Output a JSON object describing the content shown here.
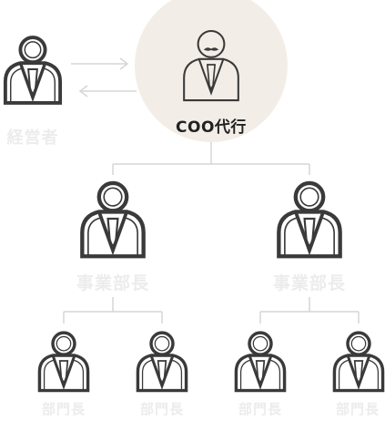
{
  "nodes": {
    "executive": {
      "label": "経営者"
    },
    "coo": {
      "label": "COO代行"
    },
    "division_heads": [
      {
        "label": "事業部長"
      },
      {
        "label": "事業部長"
      }
    ],
    "department_heads": [
      {
        "label": "部門長"
      },
      {
        "label": "部門長"
      },
      {
        "label": "部門長"
      },
      {
        "label": "部門長"
      }
    ]
  },
  "colors": {
    "icon_stroke": "#3a3a3a",
    "coo_highlight": "#f3ede7",
    "muted_label": "#ececec",
    "connector": "#d6d6d6"
  }
}
